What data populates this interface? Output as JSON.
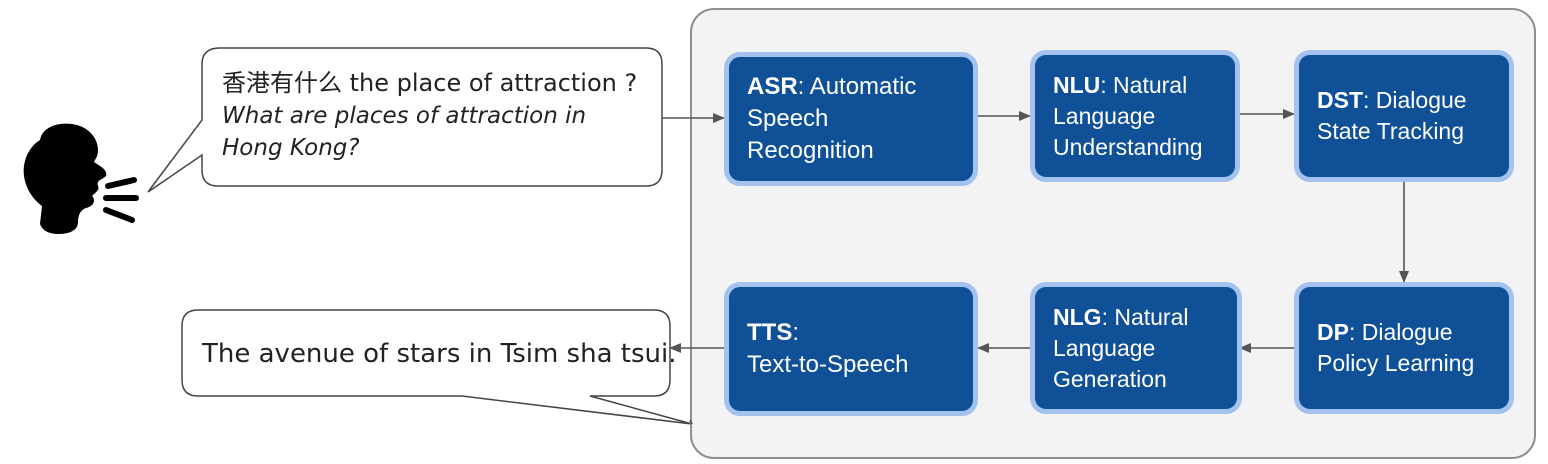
{
  "speech_bubble": {
    "line1": "香港有什么 the place of attraction ?",
    "translation": "What are places of attraction in Hong Kong?"
  },
  "response_bubble": {
    "text": "The avenue of stars in Tsim sha tsui."
  },
  "pipeline": {
    "asr": {
      "abbr": "ASR",
      "sep": ": Automatic",
      "line2": "Speech",
      "line3": "Recognition"
    },
    "nlu": {
      "abbr": "NLU",
      "sep": ": Natural",
      "line2": "Language",
      "line3": "Understanding"
    },
    "dst": {
      "abbr": "DST",
      "sep": ": Dialogue",
      "line2": "State Tracking"
    },
    "dp": {
      "abbr": "DP",
      "sep": ": Dialogue",
      "line2": "Policy Learning"
    },
    "nlg": {
      "abbr": "NLG",
      "sep": ": Natural",
      "line2": "Language",
      "line3": "Generation"
    },
    "tts": {
      "abbr": "TTS",
      "sep": ":",
      "line2": "Text-to-Speech"
    }
  },
  "icons": {
    "speaker": "speaking-head-icon"
  },
  "colors": {
    "box_fill": "#0f5096",
    "box_border": "#a3c3ee",
    "panel": "#f3f3f3",
    "arrow": "#555555"
  }
}
